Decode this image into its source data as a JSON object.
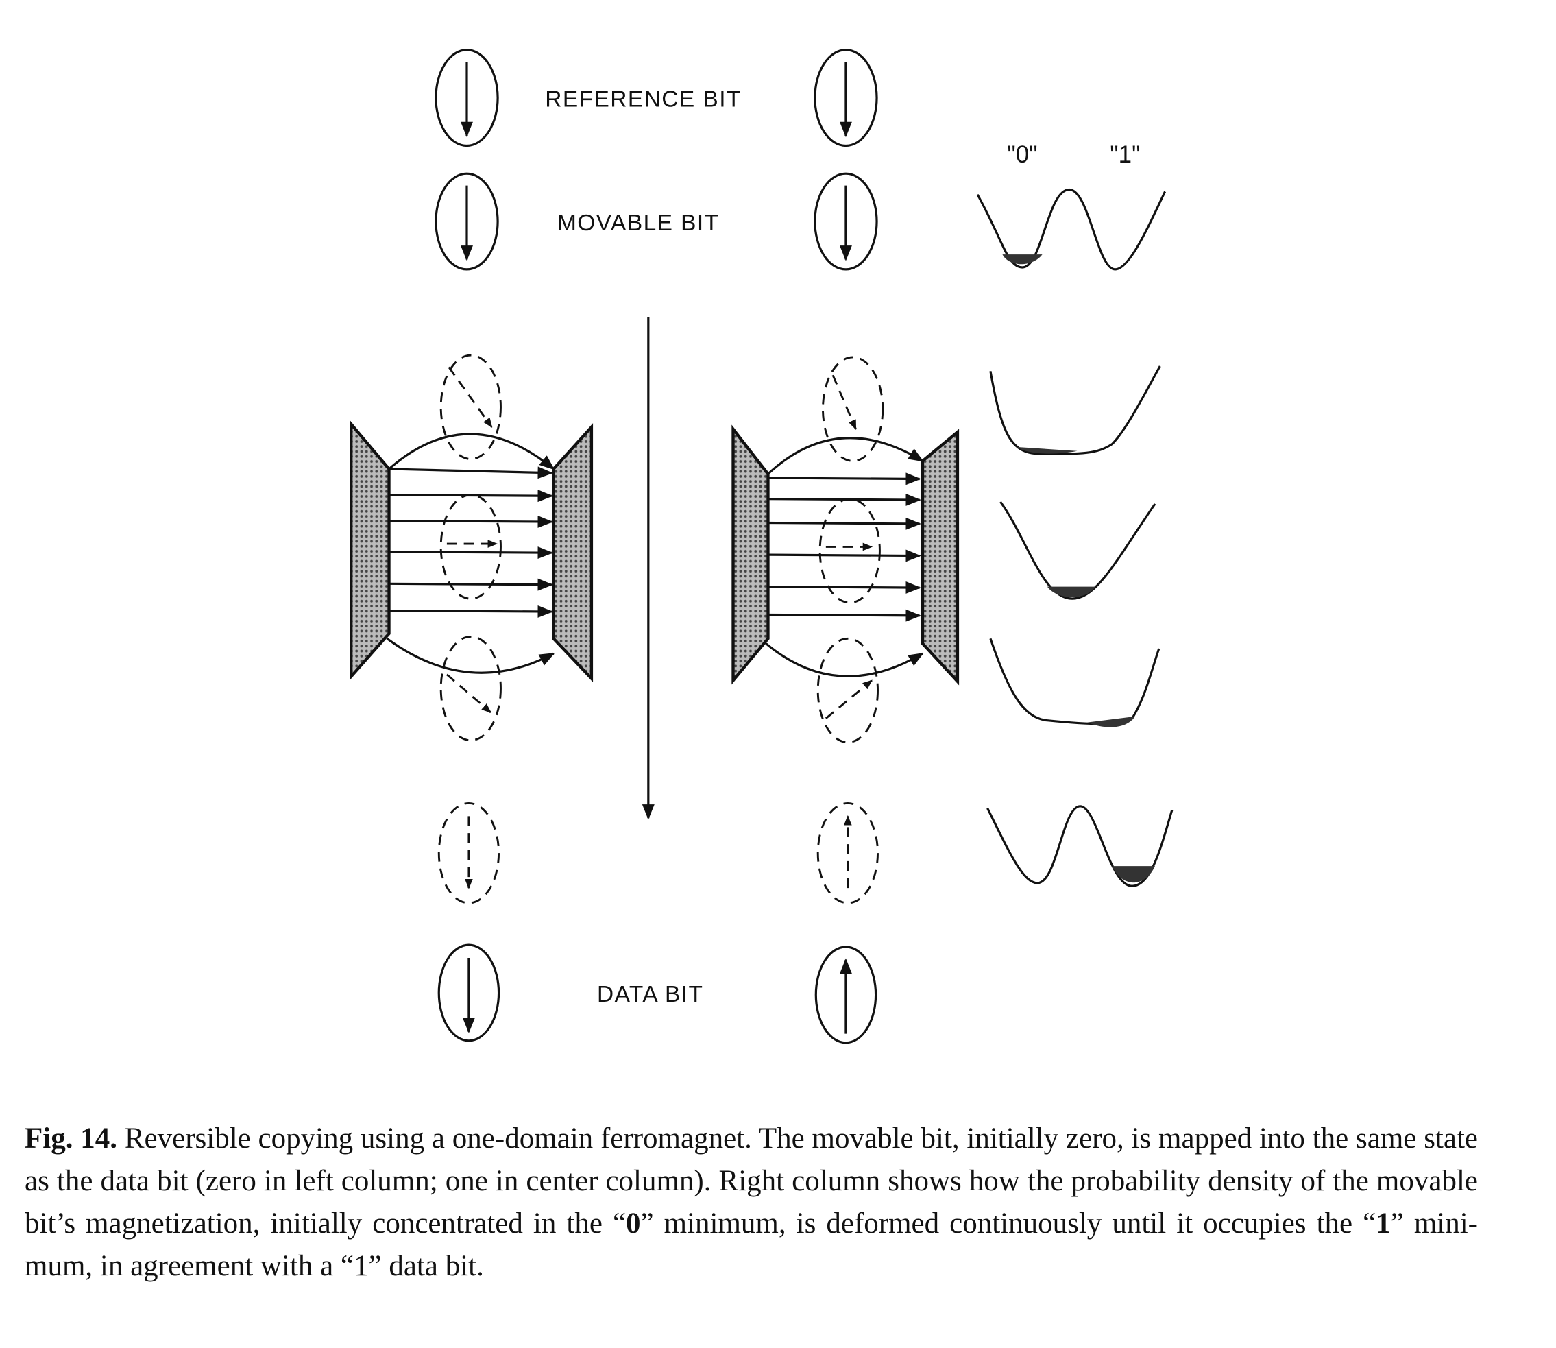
{
  "figure": {
    "labels": {
      "reference_bit": "REFERENCE BIT",
      "movable_bit": "MOVABLE BIT",
      "data_bit": "DATA BIT",
      "well_zero": "\"0\"",
      "well_one": "\"1\""
    }
  },
  "caption": {
    "fig_label": "Fig. 14.",
    "part1": " Reversible copying using a one-domain ferromagnet. The movable bit, initially zero, is mapped into the same state as the data bit (zero in left column; one in center column). Right column shows how the probability density of the movable bit’s magnetization, initially concentrated in the “",
    "bold_zero": "0",
    "part2": "” minimum, is deformed continuously until it occupies the “",
    "bold_one": "1",
    "part3": "” mini-mum, in agreement with a “1” data bit."
  }
}
